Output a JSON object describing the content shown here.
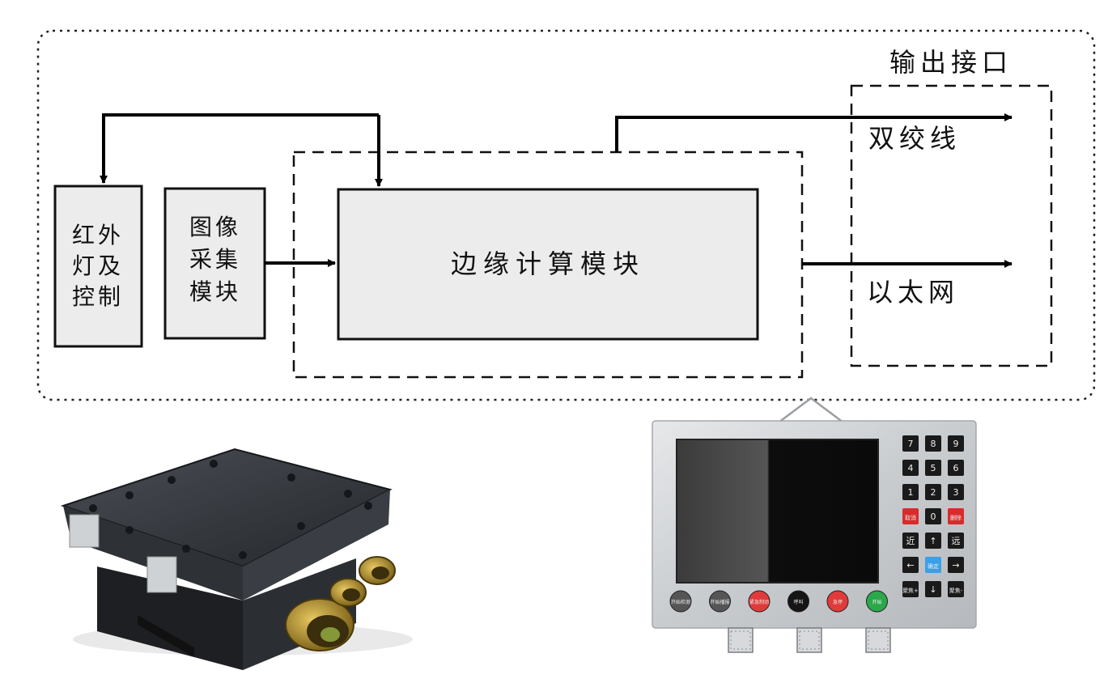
{
  "diagram": {
    "interface_group_title": "输出接口",
    "twisted_pair_label": "双绞线",
    "ethernet_label": "以太网",
    "edge_module_label": "边缘计算模块",
    "ir_module_lines": [
      "红外",
      "灯及",
      "控制"
    ],
    "image_module_lines": [
      "图像",
      "采集",
      "模块"
    ]
  },
  "device_panel": {
    "keypad_rows": [
      [
        "7",
        "8",
        "9"
      ],
      [
        "4",
        "5",
        "6"
      ],
      [
        "1",
        "2",
        "3"
      ],
      [
        "取消",
        "0",
        "删除"
      ],
      [
        "近",
        "↑",
        "远"
      ],
      [
        "←",
        "确定",
        "→"
      ],
      [
        "聚焦+",
        "↓",
        "聚焦-"
      ]
    ],
    "bottom_buttons": [
      "开始检测",
      "开始播报",
      "紧急制动",
      "呼叫",
      "急停",
      "开始"
    ],
    "colors": {
      "panel": "#d4d6d8",
      "screen": "#111111",
      "key": "#1a1a1a",
      "key_red": "#d92b2b",
      "key_blue": "#3aa0e8",
      "btn_gray": "#555555",
      "btn_red": "#e03a3a",
      "btn_black": "#151515",
      "btn_green": "#2aa84a"
    }
  },
  "enclosure_photo": {
    "colors": {
      "body": "#2b2e33",
      "top": "#3a3d43",
      "brass": "#a8862e"
    }
  }
}
